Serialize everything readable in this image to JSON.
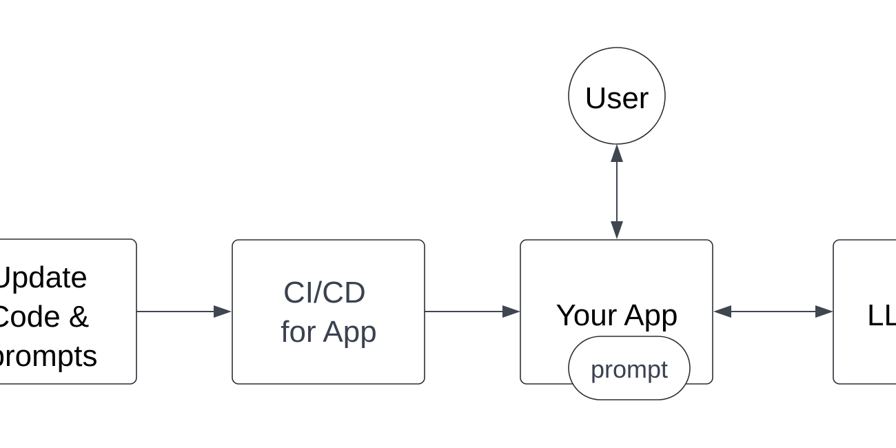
{
  "diagram": {
    "nodes": {
      "update": {
        "lines": [
          "Update",
          "Code &",
          "prompts"
        ]
      },
      "cicd": {
        "lines": [
          "CI/CD",
          "for App"
        ]
      },
      "app": {
        "label": "Your App"
      },
      "prompt": {
        "label": "prompt"
      },
      "user": {
        "label": "User"
      },
      "llm": {
        "label": "LLM"
      }
    },
    "edges": [
      {
        "from": "update",
        "to": "cicd",
        "direction": "forward"
      },
      {
        "from": "cicd",
        "to": "app",
        "direction": "forward"
      },
      {
        "from": "app",
        "to": "user",
        "direction": "both"
      },
      {
        "from": "app",
        "to": "llm",
        "direction": "both"
      }
    ],
    "colors": {
      "stroke": "#2b2f36",
      "arrow": "#3f4650",
      "text_dark": "#000000",
      "text_slate": "#3a4250",
      "background": "#ffffff"
    }
  }
}
